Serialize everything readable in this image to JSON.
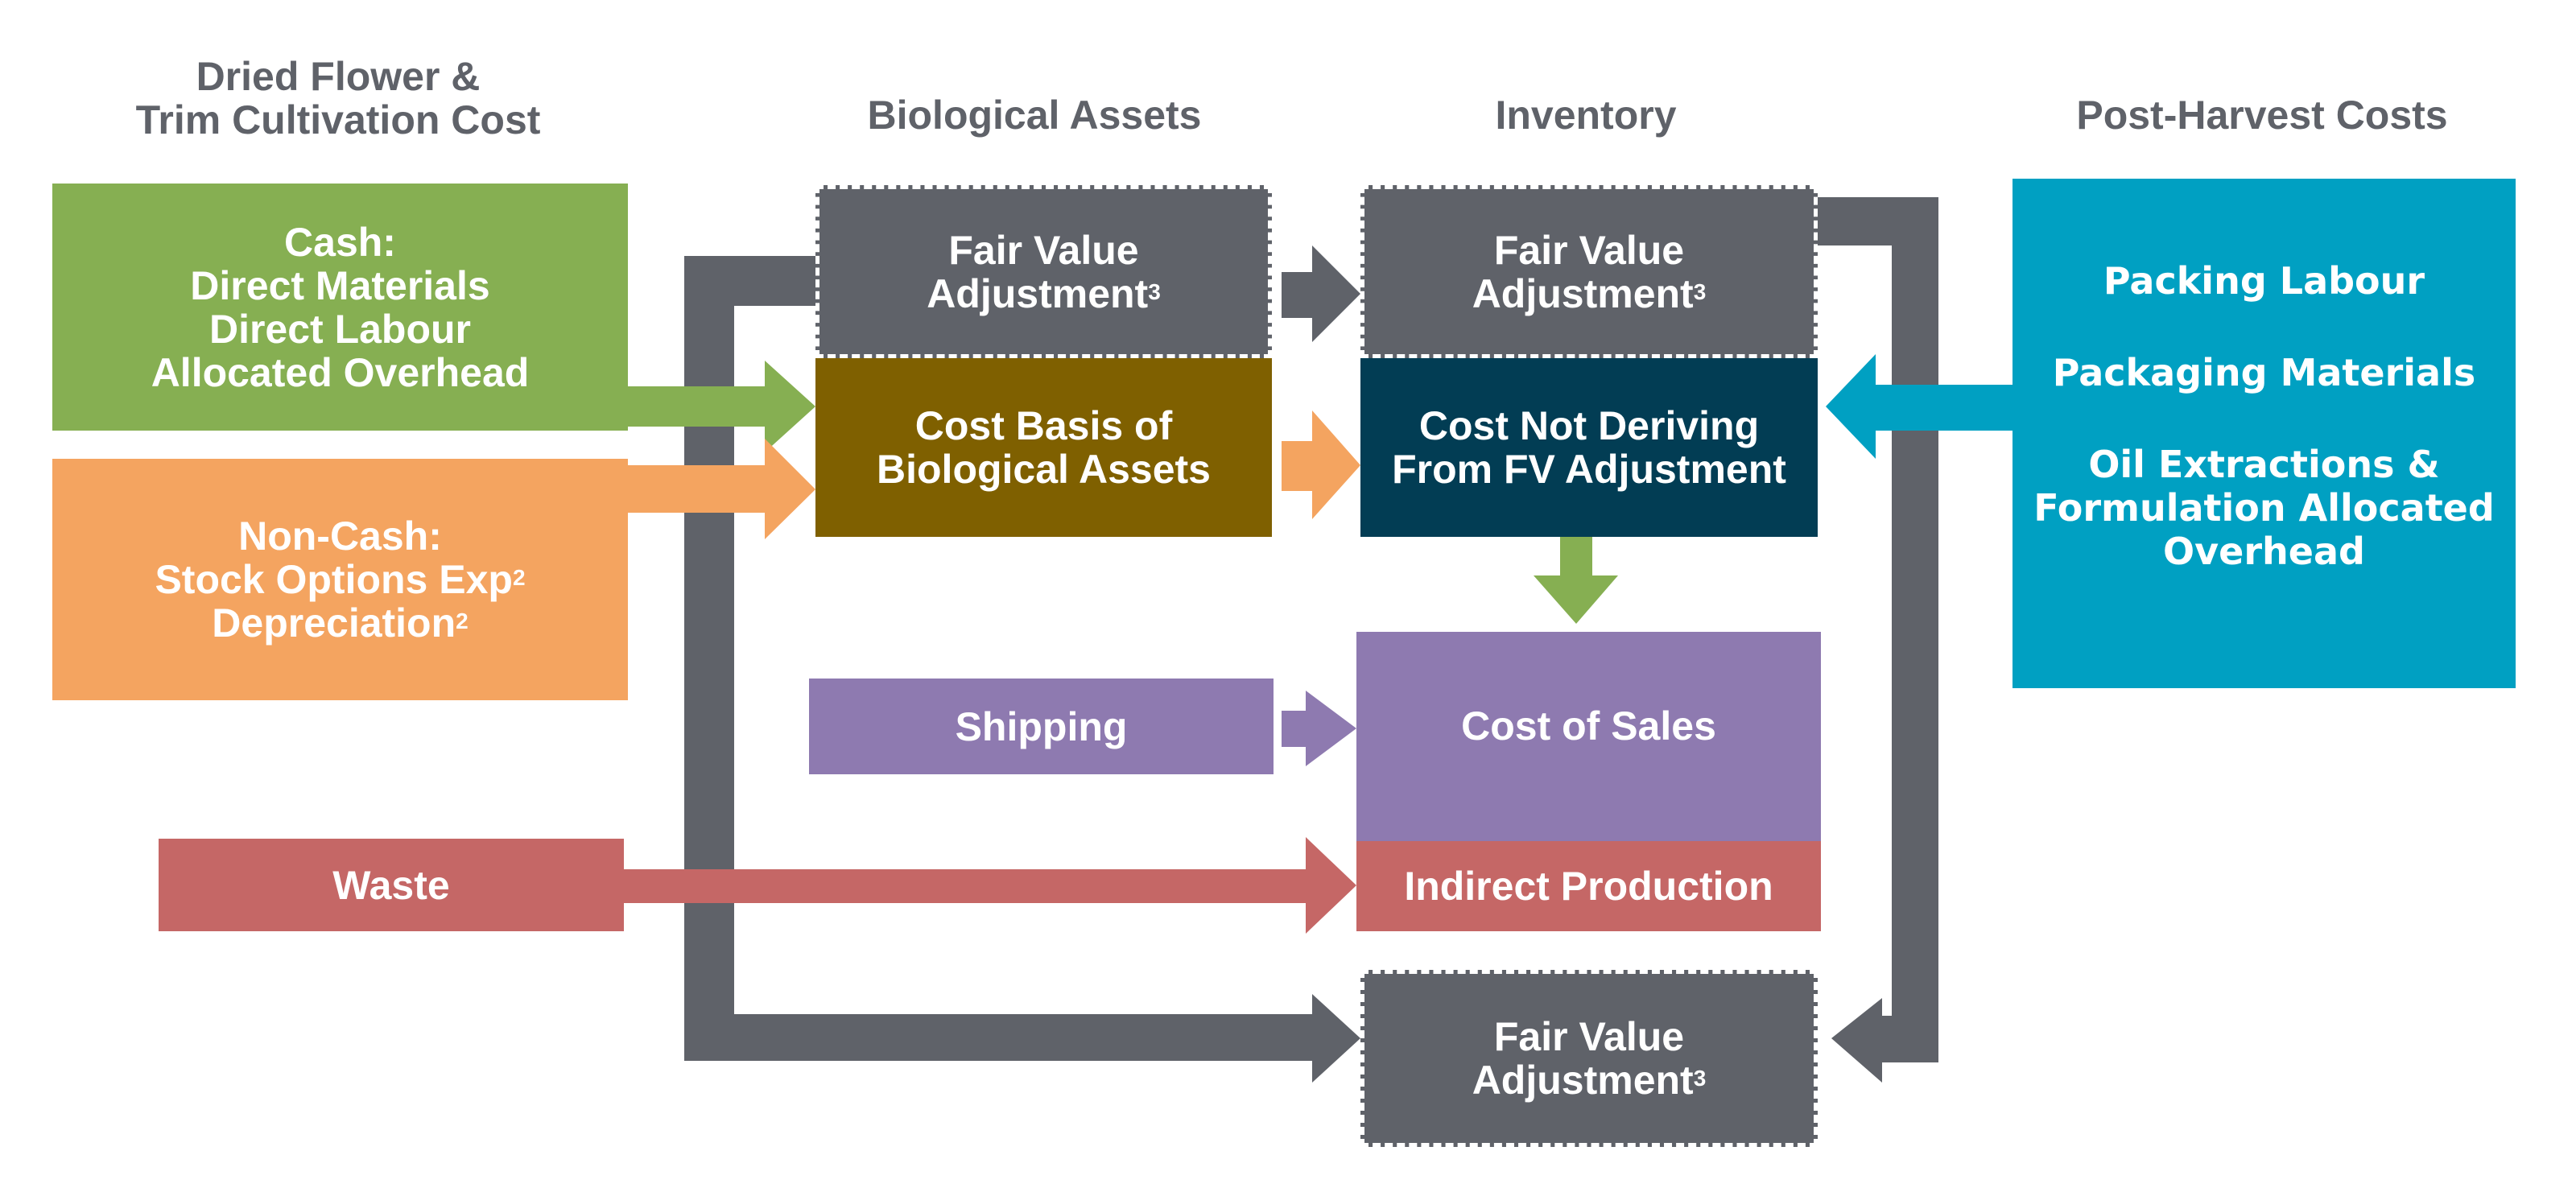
{
  "colors": {
    "gray": "#5f6269",
    "green": "#86af52",
    "orange": "#f4a460",
    "brown": "#7f6000",
    "navy": "#023d54",
    "teal": "#00a0c2",
    "purple": "#8e7ab0",
    "red": "#c56766"
  },
  "headers": {
    "cultivation_line1": "Dried Flower &",
    "cultivation_line2": "Trim Cultivation Cost",
    "biological_assets": "Biological Assets",
    "inventory": "Inventory",
    "post_harvest": "Post-Harvest Costs"
  },
  "cash_box": {
    "lines": [
      "Cash:",
      "Direct Materials",
      "Direct Labour",
      "Allocated Overhead"
    ]
  },
  "noncash_box": {
    "line1": "Non-Cash:",
    "line2": "Stock Options Exp",
    "line2_sup": "2",
    "line3": "Depreciation",
    "line3_sup": "2"
  },
  "bio_fv_box": {
    "line1": "Fair Value",
    "line2": "Adjustment",
    "sup": "3"
  },
  "cost_basis_box": {
    "line1": "Cost Basis of",
    "line2": "Biological Assets"
  },
  "inv_fv_box": {
    "line1": "Fair Value",
    "line2": "Adjustment",
    "sup": "3"
  },
  "cost_not_deriving_box": {
    "line1": "Cost Not Deriving",
    "line2": "From FV Adjustment"
  },
  "post_harvest_box": {
    "item1": "Packing Labour",
    "item2": "Packaging Materials",
    "item3_line1": "Oil Extractions &",
    "item3_line2": "Formulation Allocated",
    "item3_line3": "Overhead"
  },
  "shipping_box": {
    "label": "Shipping"
  },
  "cost_of_sales_box": {
    "label": "Cost of Sales"
  },
  "indirect_production_box": {
    "label": "Indirect Production"
  },
  "waste_box": {
    "label": "Waste"
  },
  "bottom_fv_box": {
    "line1": "Fair Value",
    "line2": "Adjustment",
    "sup": "3"
  }
}
